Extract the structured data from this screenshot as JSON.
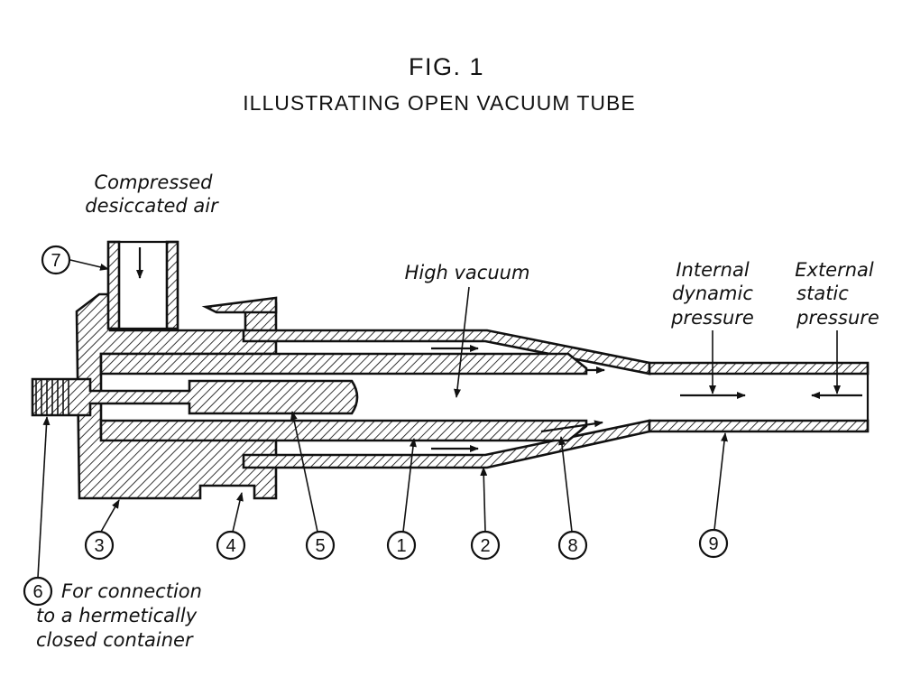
{
  "figure": {
    "title": "FIG. 1",
    "subtitle": "ILLUSTRATING OPEN VACUUM TUBE"
  },
  "labels": {
    "compressed_line1": "Compressed",
    "compressed_line2": "desiccated air",
    "high_vacuum": "High vacuum",
    "internal_line1": "Internal",
    "internal_line2": "dynamic",
    "internal_line3": "pressure",
    "external_line1": "External",
    "external_line2": "static",
    "external_line3": "pressure",
    "note6_line1": "For connection",
    "note6_line2": "to a hermetically",
    "note6_line3": "closed container"
  },
  "part_numbers": [
    "1",
    "2",
    "3",
    "4",
    "5",
    "6",
    "7",
    "8",
    "9"
  ]
}
